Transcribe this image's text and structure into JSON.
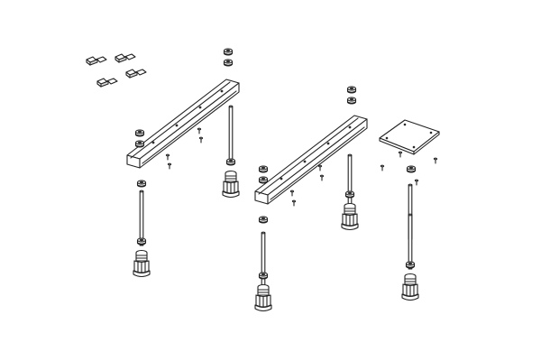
{
  "figure": {
    "kind": "exploded-parts-diagram",
    "colors": {
      "line": "#222222",
      "background": "#ffffff",
      "shade": "#d9d9d9"
    },
    "parts": {
      "clips": 4,
      "rails": 2,
      "legs": 5,
      "mounting_plate": 1
    }
  }
}
